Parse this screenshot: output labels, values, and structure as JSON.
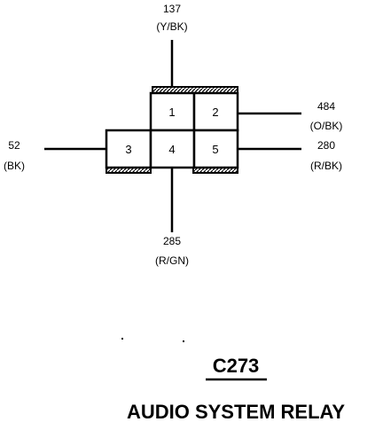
{
  "connector": {
    "id": "C273",
    "name": "AUDIO SYSTEM RELAY"
  },
  "pins": {
    "p1": "1",
    "p2": "2",
    "p3": "3",
    "p4": "4",
    "p5": "5"
  },
  "wires": {
    "w1": {
      "circuit": "137",
      "color": "(Y/BK)"
    },
    "w2": {
      "circuit": "484",
      "color": "(O/BK)"
    },
    "w3": {
      "circuit": "52",
      "color": "(BK)"
    },
    "w4": {
      "circuit": "285",
      "color": "(R/GN)"
    },
    "w5": {
      "circuit": "280",
      "color": "(R/BK)"
    }
  },
  "colors": {
    "ink": "#000000",
    "background": "#ffffff"
  }
}
